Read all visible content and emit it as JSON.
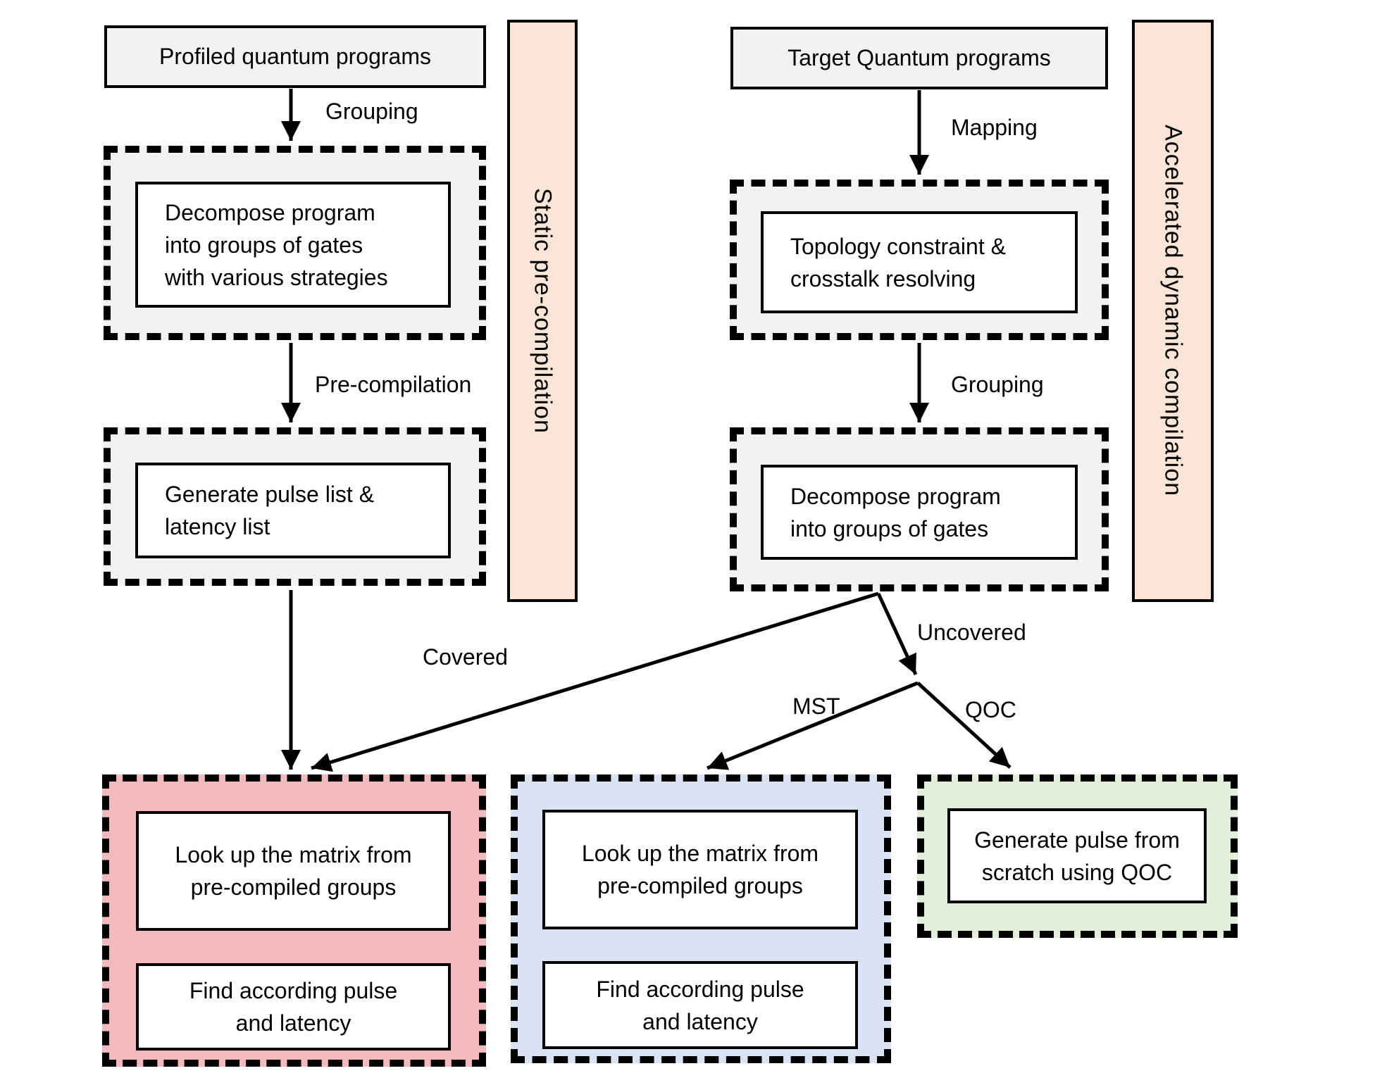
{
  "diagram": {
    "left_pipeline": {
      "source_box": "Profiled quantum programs",
      "arrow1_label": "Grouping",
      "step1": "Decompose program\ninto groups of gates\nwith various strategies",
      "arrow2_label": "Pre-compilation",
      "step2": "Generate pulse list &\nlatency list",
      "side_label": "Static pre-compilation"
    },
    "right_pipeline": {
      "source_box": "Target Quantum programs",
      "arrow1_label": "Mapping",
      "step1": "Topology constraint &\ncrosstalk resolving",
      "arrow2_label": "Grouping",
      "step2": "Decompose program\ninto groups of gates",
      "side_label": "Accelerated dynamic compilation"
    },
    "branch_labels": {
      "covered": "Covered",
      "uncovered": "Uncovered",
      "mst": "MST",
      "qoc": "QOC"
    },
    "covered_branch": {
      "step1": "Look up the matrix from\npre-compiled groups",
      "step2": "Find according pulse\nand latency"
    },
    "mst_branch": {
      "step1": "Look up the matrix from\npre-compiled groups",
      "step2": "Find according pulse\nand latency"
    },
    "qoc_branch": {
      "step1": "Generate pulse from\nscratch using QOC"
    },
    "colors": {
      "box_fill_gray": "#F2F2F2",
      "side_bar_fill": "#FBE5D6",
      "covered_fill": "#F2BABC",
      "mst_fill": "#DAE3F3",
      "qoc_fill": "#E2EFD9",
      "line_color": "#000000"
    }
  }
}
